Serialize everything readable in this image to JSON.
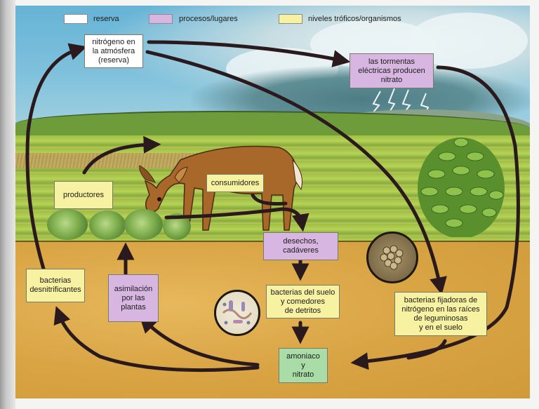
{
  "legend": {
    "items": [
      {
        "label": "reserva",
        "color": "#ffffff"
      },
      {
        "label": "procesos/lugares",
        "color": "#d7b7e2"
      },
      {
        "label": "niveles tróficos/organismos",
        "color": "#f7f1a2"
      }
    ]
  },
  "nodes": {
    "atmosphere": {
      "text": "nitrógeno en\nla atmósfera\n(reserva)",
      "type": "reserva"
    },
    "storms": {
      "text": "las tormentas\neléctricas producen\nnitrato",
      "type": "procesos/lugares"
    },
    "producers": {
      "text": "productores",
      "type": "niveles tróficos/organismos"
    },
    "consumers": {
      "text": "consumidores",
      "type": "niveles tróficos/organismos"
    },
    "waste": {
      "text": "desechos,\ncadáveres",
      "type": "procesos/lugares"
    },
    "soil_bacteria": {
      "text": "bacterias del suelo\ny comedores\nde detritos",
      "type": "niveles tróficos/organismos"
    },
    "ammonia": {
      "text": "amoniaco\ny\nnitrato",
      "type": "reserva-suelo"
    },
    "denitrifying": {
      "text": "bacterias\ndesnitrificantes",
      "type": "niveles tróficos/organismos"
    },
    "assimilation": {
      "text": "asimilación\npor las\nplantas",
      "type": "procesos/lugares"
    },
    "fixing": {
      "text": "bacterias fijadoras de\nnitrógeno en las raíces\nde leguminosas\ny en el suelo",
      "type": "niveles tróficos/organismos"
    }
  },
  "edges": [
    {
      "from": "nitrógeno en la atmósfera",
      "to": "las tormentas eléctricas producen nitrato"
    },
    {
      "from": "nitrógeno en la atmósfera",
      "to": "bacterias fijadoras de nitrógeno"
    },
    {
      "from": "las tormentas eléctricas producen nitrato",
      "to": "amoniaco y nitrato"
    },
    {
      "from": "bacterias fijadoras de nitrógeno",
      "to": "amoniaco y nitrato"
    },
    {
      "from": "productores",
      "to": "consumidores"
    },
    {
      "from": "productores",
      "to": "desechos, cadáveres"
    },
    {
      "from": "consumidores",
      "to": "desechos, cadáveres"
    },
    {
      "from": "desechos, cadáveres",
      "to": "bacterias del suelo y comedores de detritos"
    },
    {
      "from": "bacterias del suelo y comedores de detritos",
      "to": "amoniaco y nitrato"
    },
    {
      "from": "amoniaco y nitrato",
      "to": "asimilación por las plantas"
    },
    {
      "from": "amoniaco y nitrato",
      "to": "bacterias desnitrificantes"
    },
    {
      "from": "asimilación por las plantas",
      "to": "productores"
    },
    {
      "from": "bacterias desnitrificantes",
      "to": "nitrógeno en la atmósfera"
    }
  ],
  "colors": {
    "reserva": "#ffffff",
    "procesos": "#d7b7e2",
    "organismos": "#f7f1a2",
    "soil_pool": "#a9dca6",
    "arrow": "#2a1a1e"
  }
}
